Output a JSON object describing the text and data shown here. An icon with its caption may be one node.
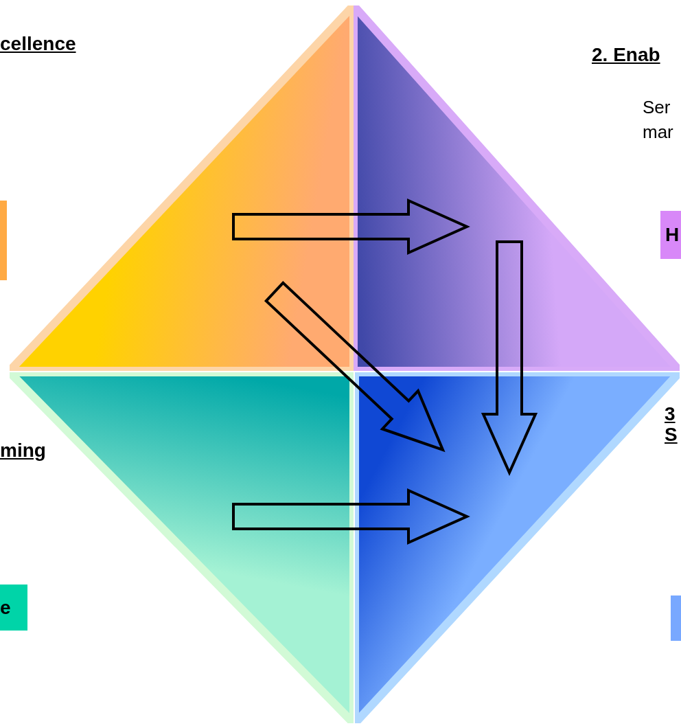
{
  "diagram": {
    "nodes": [
      {
        "text": [],
        "shape": "triangle"
      },
      {
        "text": [],
        "shape": "triangle"
      },
      {
        "text": [],
        "shape": "triangle"
      },
      {
        "text": [],
        "shape": "triangle"
      },
      {
        "text": [],
        "shape": "box"
      },
      {
        "text": [
          "H"
        ]
      },
      {
        "text": [
          "e"
        ]
      },
      {
        "text": [],
        "shape": "box"
      }
    ],
    "edges": [
      {
        "from": 0,
        "to": 1,
        "arrow": "to"
      },
      {
        "from": 0,
        "to": 3,
        "arrow": "to"
      },
      {
        "from": 1,
        "to": 3,
        "arrow": "to"
      },
      {
        "from": 2,
        "to": 3,
        "arrow": "to"
      }
    ],
    "labels": [
      "cellence",
      "2. Enab",
      "Ser mar",
      "ming",
      "3 S"
    ]
  }
}
